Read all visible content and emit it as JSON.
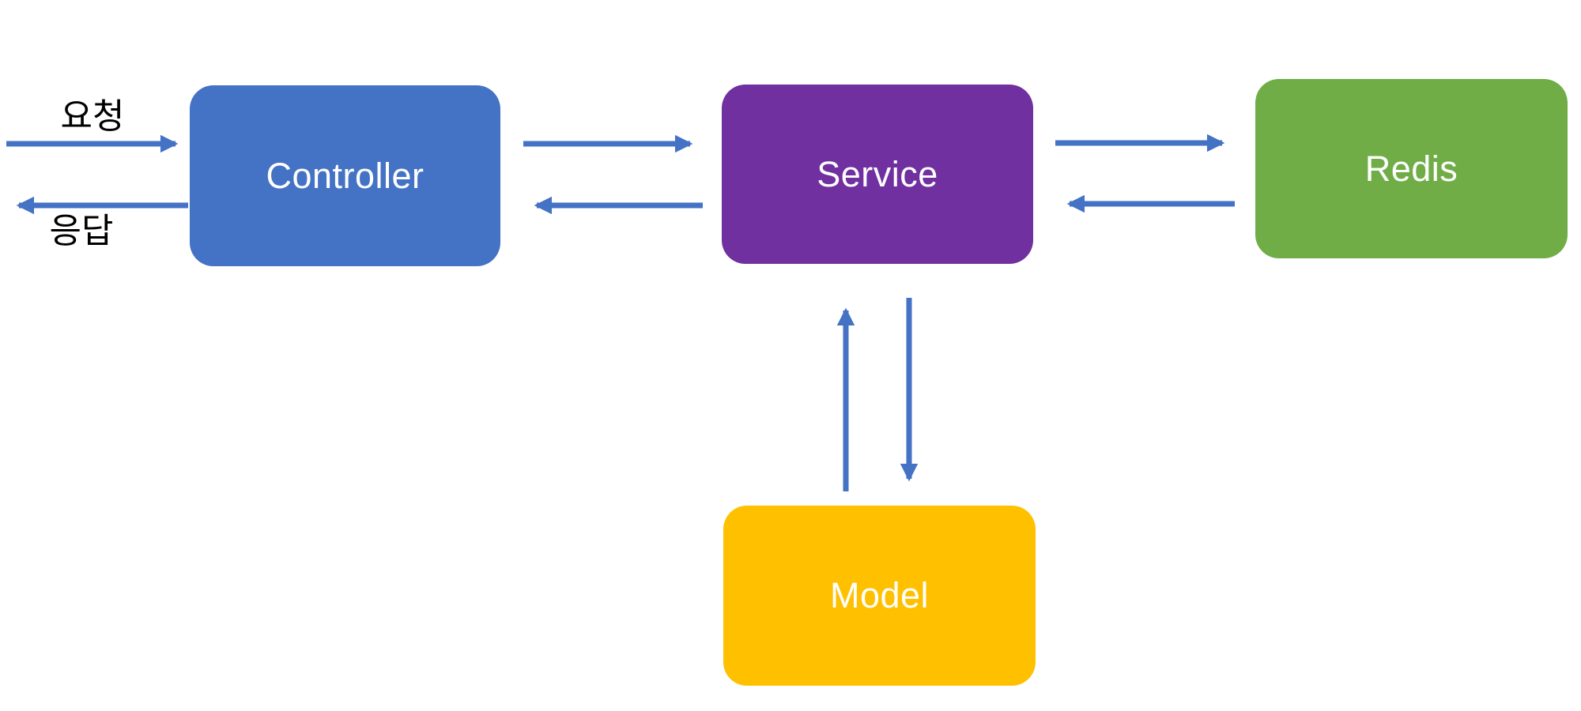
{
  "diagram": {
    "type": "architecture-flow",
    "background": "#FFFFFF",
    "nodes": [
      {
        "id": "controller",
        "label": "Controller",
        "color": "#4472C4",
        "text_color": "#FFFFFF"
      },
      {
        "id": "service",
        "label": "Service",
        "color": "#7030A0",
        "text_color": "#FFFFFF"
      },
      {
        "id": "redis",
        "label": "Redis",
        "color": "#70AD47",
        "text_color": "#FFFFFF"
      },
      {
        "id": "model",
        "label": "Model",
        "color": "#FFC000",
        "text_color": "#FFFFFF"
      }
    ],
    "edges": [
      {
        "from": "client",
        "to": "controller",
        "label": "요청",
        "direction": "right"
      },
      {
        "from": "controller",
        "to": "client",
        "label": "응답",
        "direction": "left"
      },
      {
        "from": "controller",
        "to": "service",
        "label": "",
        "direction": "right"
      },
      {
        "from": "service",
        "to": "controller",
        "label": "",
        "direction": "left"
      },
      {
        "from": "service",
        "to": "redis",
        "label": "",
        "direction": "right"
      },
      {
        "from": "redis",
        "to": "service",
        "label": "",
        "direction": "left"
      },
      {
        "from": "model",
        "to": "service",
        "label": "",
        "direction": "up"
      },
      {
        "from": "service",
        "to": "model",
        "label": "",
        "direction": "down"
      }
    ],
    "colors": {
      "arrow": "#4472C4",
      "edge_label_text": "#000000"
    }
  }
}
